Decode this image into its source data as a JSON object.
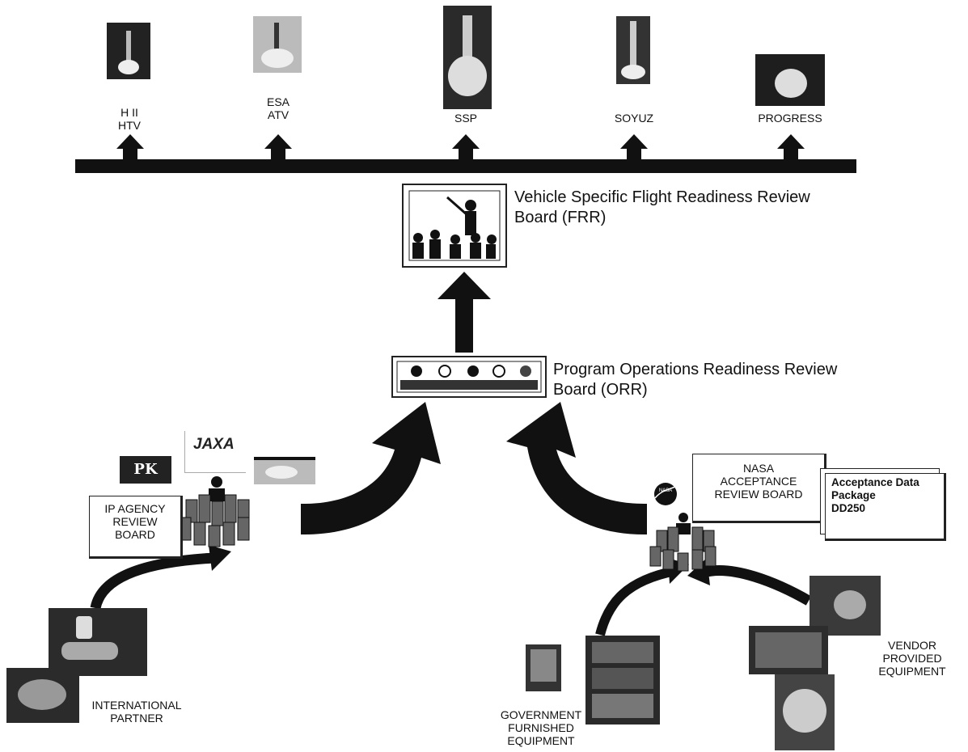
{
  "vehicles": [
    {
      "line1": "H II",
      "line2": "HTV",
      "icon": "rocket-launch-photo"
    },
    {
      "line1": "ESA",
      "line2": "ATV",
      "icon": "rocket-launch-photo"
    },
    {
      "line1": "",
      "line2": "SSP",
      "icon": "shuttle-launch-photo"
    },
    {
      "line1": "",
      "line2": "SOYUZ",
      "icon": "rocket-launch-photo"
    },
    {
      "line1": "",
      "line2": "PROGRESS",
      "icon": "rocket-launch-photo"
    }
  ],
  "frr": {
    "line1": "Vehicle Specific Flight Readiness Review",
    "line2": "Board (FRR)",
    "icon": "presenter-audience-icon"
  },
  "orr": {
    "line1": "Program Operations Readiness Review",
    "line2": "Board (ORR)",
    "icon": "review-panel-icon"
  },
  "ip_board": {
    "line1": "IP AGENCY",
    "line2": "REVIEW",
    "line3": "BOARD"
  },
  "logos": {
    "rka": "PK",
    "jaxa": "JAXA",
    "nasa": "NASA"
  },
  "nasa_board": {
    "line1": "NASA",
    "line2": "ACCEPTANCE",
    "line3": "REVIEW BOARD"
  },
  "acceptance_package": {
    "line1": "Acceptance Data",
    "line2": "Package",
    "line3": "DD250"
  },
  "sources": {
    "international": {
      "line1": "INTERNATIONAL",
      "line2": "PARTNER"
    },
    "government": {
      "line1": "GOVERNMENT",
      "line2": "FURNISHED",
      "line3": "EQUIPMENT"
    },
    "vendor": {
      "line1": "VENDOR",
      "line2": "PROVIDED",
      "line3": "EQUIPMENT"
    }
  }
}
